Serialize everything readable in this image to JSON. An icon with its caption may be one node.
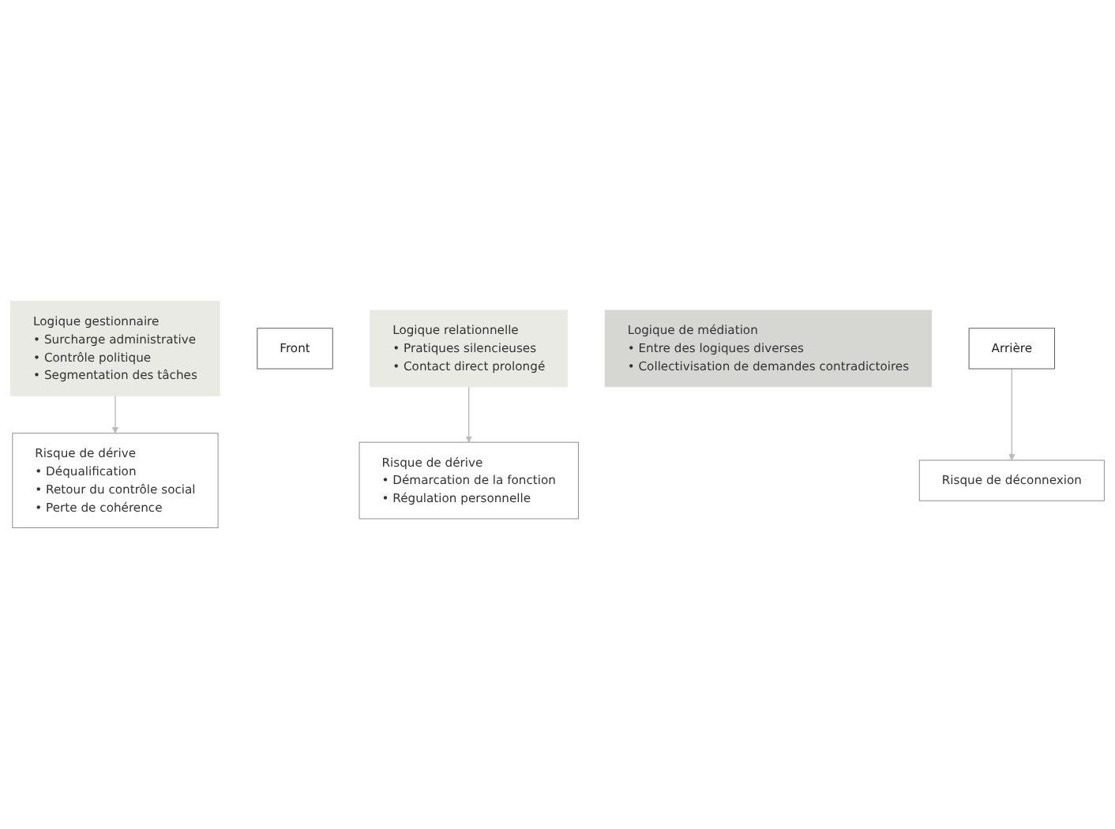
{
  "diagram": {
    "nodes": [
      {
        "text": [
          "Logique gestionnaire",
          "• Surcharge administrative",
          "• Contrôle politique",
          "• Segmentation des tâches"
        ]
      },
      {
        "text": [
          "Front"
        ]
      },
      {
        "text": [
          "Logique relationnelle",
          "• Pratiques silencieuses",
          "• Contact direct prolongé"
        ]
      },
      {
        "text": [
          "Logique de médiation",
          "• Entre des logiques diverses",
          "• Collectivisation de demandes contradictoires"
        ]
      },
      {
        "text": [
          "Risque de dérive",
          "• Déqualification",
          "• Retour du contrôle social",
          "• Perte de cohérence"
        ]
      },
      {
        "text": [
          "Risque de dérive",
          "• Démarcation de la fonction",
          "• Régulation personnelle"
        ]
      },
      {
        "text": [
          "Arrière"
        ]
      },
      {
        "text": [
          "Risque de déconnexion"
        ]
      }
    ],
    "edges": [
      {
        "from": 0,
        "to": 4,
        "arrow": "to"
      },
      {
        "from": 2,
        "to": 5,
        "arrow": "to"
      },
      {
        "from": 6,
        "to": 7,
        "arrow": "to"
      }
    ]
  }
}
